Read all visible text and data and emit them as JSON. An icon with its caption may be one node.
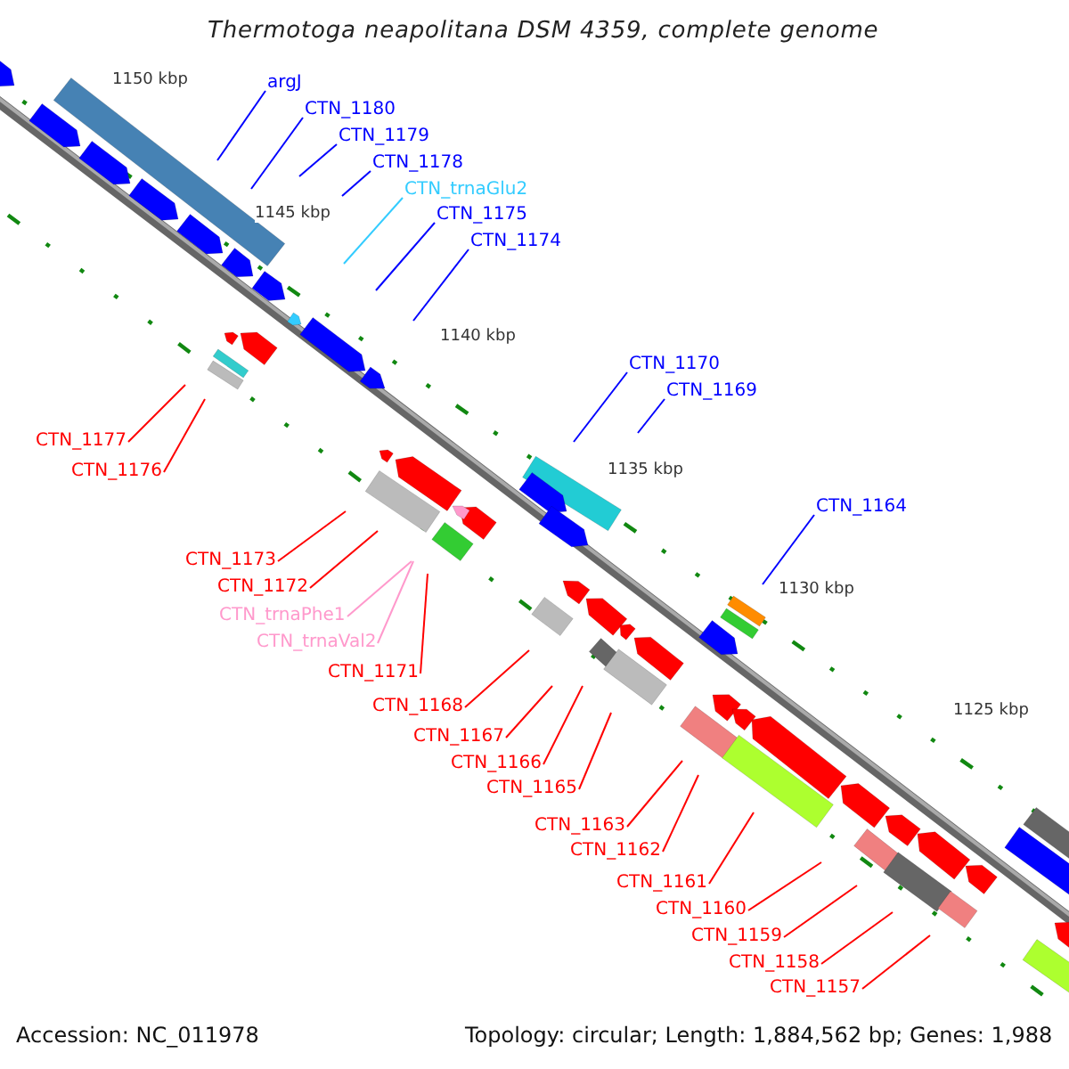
{
  "diagram": {
    "title": "Thermotoga neapolitana DSM 4359, complete genome",
    "nodes": [
      {
        "text": [
          "argJ"
        ]
      },
      {
        "text": [
          "CTN_1180"
        ]
      },
      {
        "text": [
          "CTN_1179"
        ]
      },
      {
        "text": [
          "CTN_1178"
        ]
      },
      {
        "text": [
          "CTN_trnaGlu2"
        ]
      },
      {
        "text": [
          "CTN_1175"
        ]
      },
      {
        "text": [
          "CTN_1174"
        ]
      },
      {
        "text": [
          "CTN_1170"
        ]
      },
      {
        "text": [
          "CTN_1169"
        ]
      },
      {
        "text": [
          "CTN_1177"
        ]
      },
      {
        "text": [
          "CTN_1176"
        ]
      },
      {
        "text": [
          "CTN_1164"
        ]
      },
      {
        "text": [
          "CTN_1173"
        ]
      },
      {
        "text": [
          "CTN_1172"
        ]
      },
      {
        "text": [
          "CTN_trnaPhe1"
        ]
      },
      {
        "text": [
          "CTN_trnaVal2"
        ]
      },
      {
        "text": [
          "CTN_1171"
        ]
      },
      {
        "text": [
          "CTN_1168"
        ]
      },
      {
        "text": [
          "CTN_1167"
        ]
      },
      {
        "text": [
          "CTN_1166"
        ]
      },
      {
        "text": [
          "CTN_1165"
        ]
      },
      {
        "text": [
          "CTN_1163"
        ]
      },
      {
        "text": [
          "CTN_1162"
        ]
      },
      {
        "text": [
          "CTN_1161"
        ]
      },
      {
        "text": [
          "CTN_1160"
        ]
      },
      {
        "text": [
          "CTN_1159"
        ]
      },
      {
        "text": [
          "CTN_1158"
        ]
      },
      {
        "text": [
          "CTN_1157"
        ]
      }
    ],
    "edges": [
      {
        "from": 0,
        "to": null,
        "arrow": "none",
        "color": "#0000ff"
      },
      {
        "from": 1,
        "to": null,
        "arrow": "none",
        "color": "#0000ff"
      },
      {
        "from": 2,
        "to": null,
        "arrow": "none",
        "color": "#0000ff"
      },
      {
        "from": 3,
        "to": null,
        "arrow": "none",
        "color": "#0000ff"
      },
      {
        "from": 4,
        "to": null,
        "arrow": "none",
        "color": "#33ccff"
      },
      {
        "from": 5,
        "to": null,
        "arrow": "none",
        "color": "#0000ff"
      },
      {
        "from": 6,
        "to": null,
        "arrow": "none",
        "color": "#0000ff"
      },
      {
        "from": 7,
        "to": null,
        "arrow": "none",
        "color": "#0000ff"
      },
      {
        "from": 8,
        "to": null,
        "arrow": "none",
        "color": "#0000ff"
      },
      {
        "from": 9,
        "to": null,
        "arrow": "none"
      },
      {
        "from": 10,
        "to": null,
        "arrow": "none"
      },
      {
        "from": 11,
        "to": null,
        "arrow": "none",
        "color": "#0000ff"
      },
      {
        "from": 12,
        "to": null,
        "arrow": "none"
      },
      {
        "from": 13,
        "to": null,
        "arrow": "none"
      },
      {
        "from": 14,
        "to": null,
        "arrow": "none",
        "color": "#ff99cc"
      },
      {
        "from": 15,
        "to": null,
        "arrow": "none",
        "color": "#ff99cc"
      },
      {
        "from": 16,
        "to": null,
        "arrow": "none"
      },
      {
        "from": 17,
        "to": null,
        "arrow": "none"
      },
      {
        "from": 18,
        "to": null,
        "arrow": "none"
      },
      {
        "from": 19,
        "to": null,
        "arrow": "none"
      },
      {
        "from": 20,
        "to": null,
        "arrow": "none"
      },
      {
        "from": 21,
        "to": null,
        "arrow": "none"
      },
      {
        "from": 22,
        "to": null,
        "arrow": "none"
      },
      {
        "from": 23,
        "to": null,
        "arrow": "none"
      },
      {
        "from": 24,
        "to": null,
        "arrow": "none"
      },
      {
        "from": 25,
        "to": null,
        "arrow": "none"
      },
      {
        "from": 26,
        "to": null,
        "arrow": "none"
      },
      {
        "from": 27,
        "to": null,
        "arrow": "none"
      }
    ],
    "labels": [
      "1150 kbp",
      "1145 kbp",
      "1140 kbp",
      "1135 kbp",
      "1130 kbp",
      "1125 kbp",
      "Accession: NC_011978",
      "Topology: circular; Length: 1,884,562 bp; Genes: 1,988"
    ]
  }
}
